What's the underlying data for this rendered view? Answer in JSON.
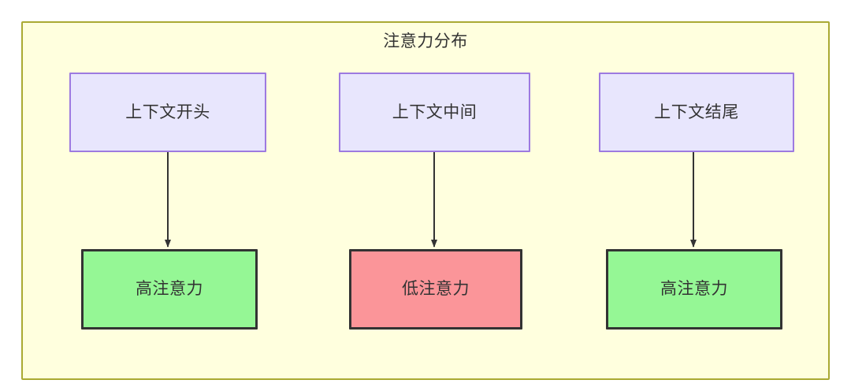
{
  "diagram": {
    "title": "注意力分布",
    "colors": {
      "canvas": "#ffffff",
      "container_fill": "#ffffde",
      "container_border": "#aaaa33",
      "context_fill": "#e8e6fd",
      "context_border": "#9d7ae0",
      "high_attention_fill": "#95f795",
      "low_attention_fill": "#fb9599",
      "attention_border": "#333333",
      "edge_stroke": "#333333",
      "text": "#333333"
    },
    "columns": [
      {
        "id": "start",
        "context_label": "上下文开头",
        "attention_label": "高注意力",
        "attention_level": "high"
      },
      {
        "id": "middle",
        "context_label": "上下文中间",
        "attention_label": "低注意力",
        "attention_level": "low"
      },
      {
        "id": "end",
        "context_label": "上下文结尾",
        "attention_label": "高注意力",
        "attention_level": "high"
      }
    ]
  }
}
